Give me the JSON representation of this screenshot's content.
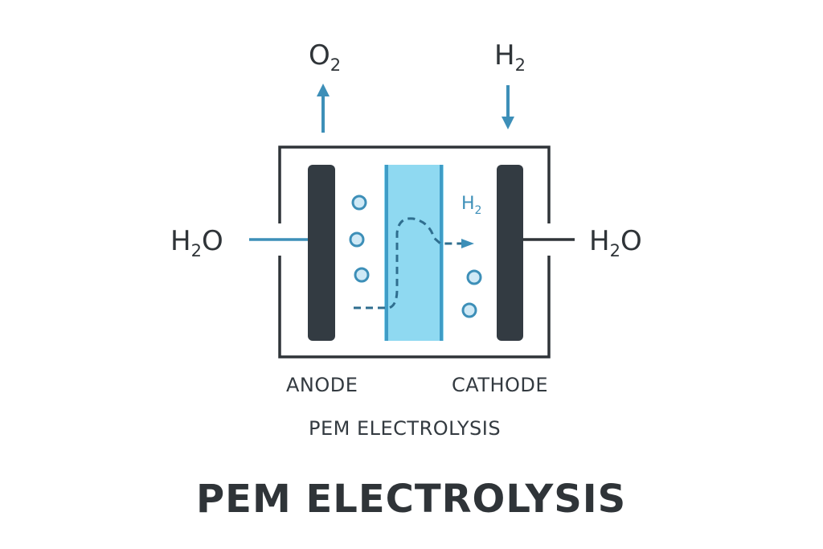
{
  "labels": {
    "o2": {
      "main": "O",
      "sub": "2"
    },
    "h2_top": {
      "main": "H",
      "sub": "2"
    },
    "h2o_left": {
      "main": "H",
      "sub": "2",
      "tail": "O"
    },
    "h2o_right": {
      "main": "H",
      "sub": "2",
      "tail": "O"
    },
    "h2_inner": {
      "main": "H",
      "sub": "2"
    },
    "anode": "ANODE",
    "cathode": "CATHODE",
    "subtitle": "PEM ELECTROLYSIS",
    "title": "PEM ELECTROLYSIS"
  },
  "colors": {
    "outline": "#2f3438",
    "electrode": "#333b42",
    "membrane_fill": "#8fd9f1",
    "membrane_edge": "#3f9cc6",
    "accent_blue": "#3d8fb8",
    "bubble_fill": "#cfe9f6"
  }
}
